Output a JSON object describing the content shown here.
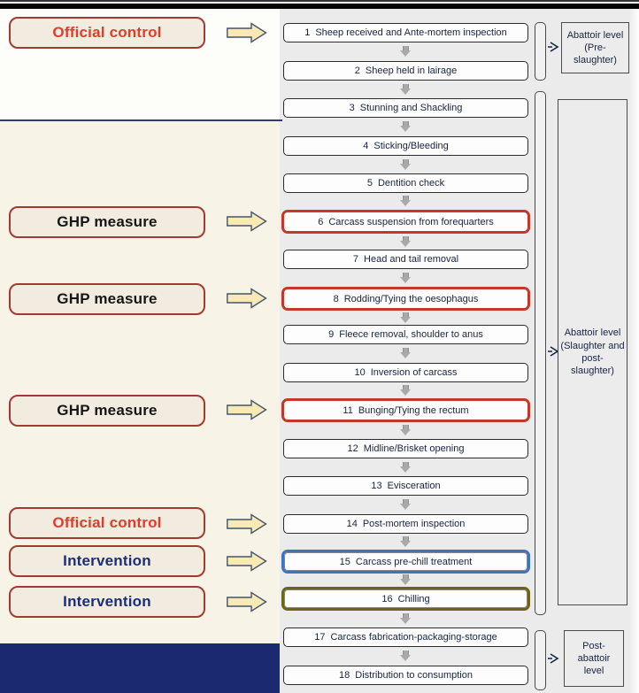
{
  "left_panel": {
    "labels": [
      {
        "text": "Official control",
        "type": "official"
      },
      {
        "text": "GHP measure",
        "type": "ghp"
      },
      {
        "text": "GHP measure",
        "type": "ghp"
      },
      {
        "text": "GHP measure",
        "type": "ghp"
      },
      {
        "text": "Official control",
        "type": "official"
      },
      {
        "text": "Intervention",
        "type": "intervention"
      },
      {
        "text": "Intervention",
        "type": "intervention"
      }
    ]
  },
  "flow": {
    "steps": [
      {
        "num": "1",
        "label": "Sheep received and Ante-mortem inspection",
        "highlight": "none"
      },
      {
        "num": "2",
        "label": "Sheep held in lairage",
        "highlight": "none"
      },
      {
        "num": "3",
        "label": "Stunning and Shackling",
        "highlight": "none"
      },
      {
        "num": "4",
        "label": "Sticking/Bleeding",
        "highlight": "none"
      },
      {
        "num": "5",
        "label": "Dentition check",
        "highlight": "none"
      },
      {
        "num": "6",
        "label": "Carcass suspension from forequarters",
        "highlight": "ghp"
      },
      {
        "num": "7",
        "label": "Head and tail removal",
        "highlight": "none"
      },
      {
        "num": "8",
        "label": "Rodding/Tying the oesophagus",
        "highlight": "ghp"
      },
      {
        "num": "9",
        "label": "Fleece removal, shoulder to anus",
        "highlight": "none"
      },
      {
        "num": "10",
        "label": "Inversion of carcass",
        "highlight": "none"
      },
      {
        "num": "11",
        "label": "Bunging/Tying the rectum",
        "highlight": "ghp"
      },
      {
        "num": "12",
        "label": "Midline/Brisket opening",
        "highlight": "none"
      },
      {
        "num": "13",
        "label": "Evisceration",
        "highlight": "none"
      },
      {
        "num": "14",
        "label": "Post-mortem inspection",
        "highlight": "none"
      },
      {
        "num": "15",
        "label": "Carcass pre-chill treatment",
        "highlight": "intervention-blue"
      },
      {
        "num": "16",
        "label": "Chilling",
        "highlight": "intervention-olive"
      },
      {
        "num": "17",
        "label": "Carcass fabrication-packaging-storage",
        "highlight": "none"
      },
      {
        "num": "18",
        "label": "Distribution to consumption",
        "highlight": "none"
      }
    ]
  },
  "stages": [
    {
      "text": "Abattoir level (Pre-slaughter)"
    },
    {
      "text": "Abattoir level (Slaughter and post-slaughter)"
    },
    {
      "text": "Post-abattoir level"
    }
  ],
  "colors": {
    "ghp_highlight_border": "#c4382c",
    "intervention_blue_border": "#3f73bb",
    "intervention_olive_border": "#6d6419",
    "control_label_border": "#a13a33",
    "control_label_fill": "#f1ecdf",
    "official_text": "#e23b2c",
    "intervention_text": "#1b2d78",
    "block_arrow_fill": "#f8e9b5",
    "block_arrow_stroke": "#44546a",
    "navy_block": "#1b2a70",
    "cream_panel": "#f7f4e7",
    "connector_gray": "#a9a9a9"
  }
}
